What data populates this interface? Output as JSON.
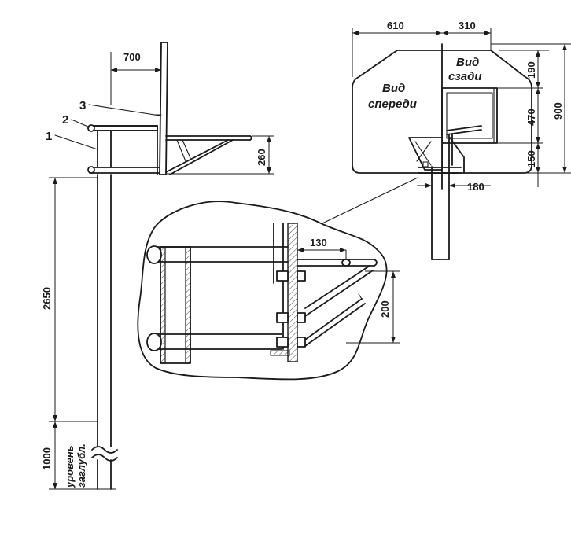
{
  "dimensions": {
    "d700": "700",
    "d260": "260",
    "d2650": "2650",
    "d1000": "1000",
    "d610": "610",
    "d310": "310",
    "d190": "190",
    "d470": "470",
    "d900": "900",
    "d150": "150",
    "d180": "180",
    "d130": "130",
    "d200": "200"
  },
  "callouts": {
    "c1": "1",
    "c2": "2",
    "c3": "3"
  },
  "views": {
    "front_line1": "Вид",
    "front_line2": "спереди",
    "back_line1": "Вид",
    "back_line2": "сзади"
  },
  "depth_label": {
    "line1": "уровень",
    "line2": "заглубл."
  }
}
